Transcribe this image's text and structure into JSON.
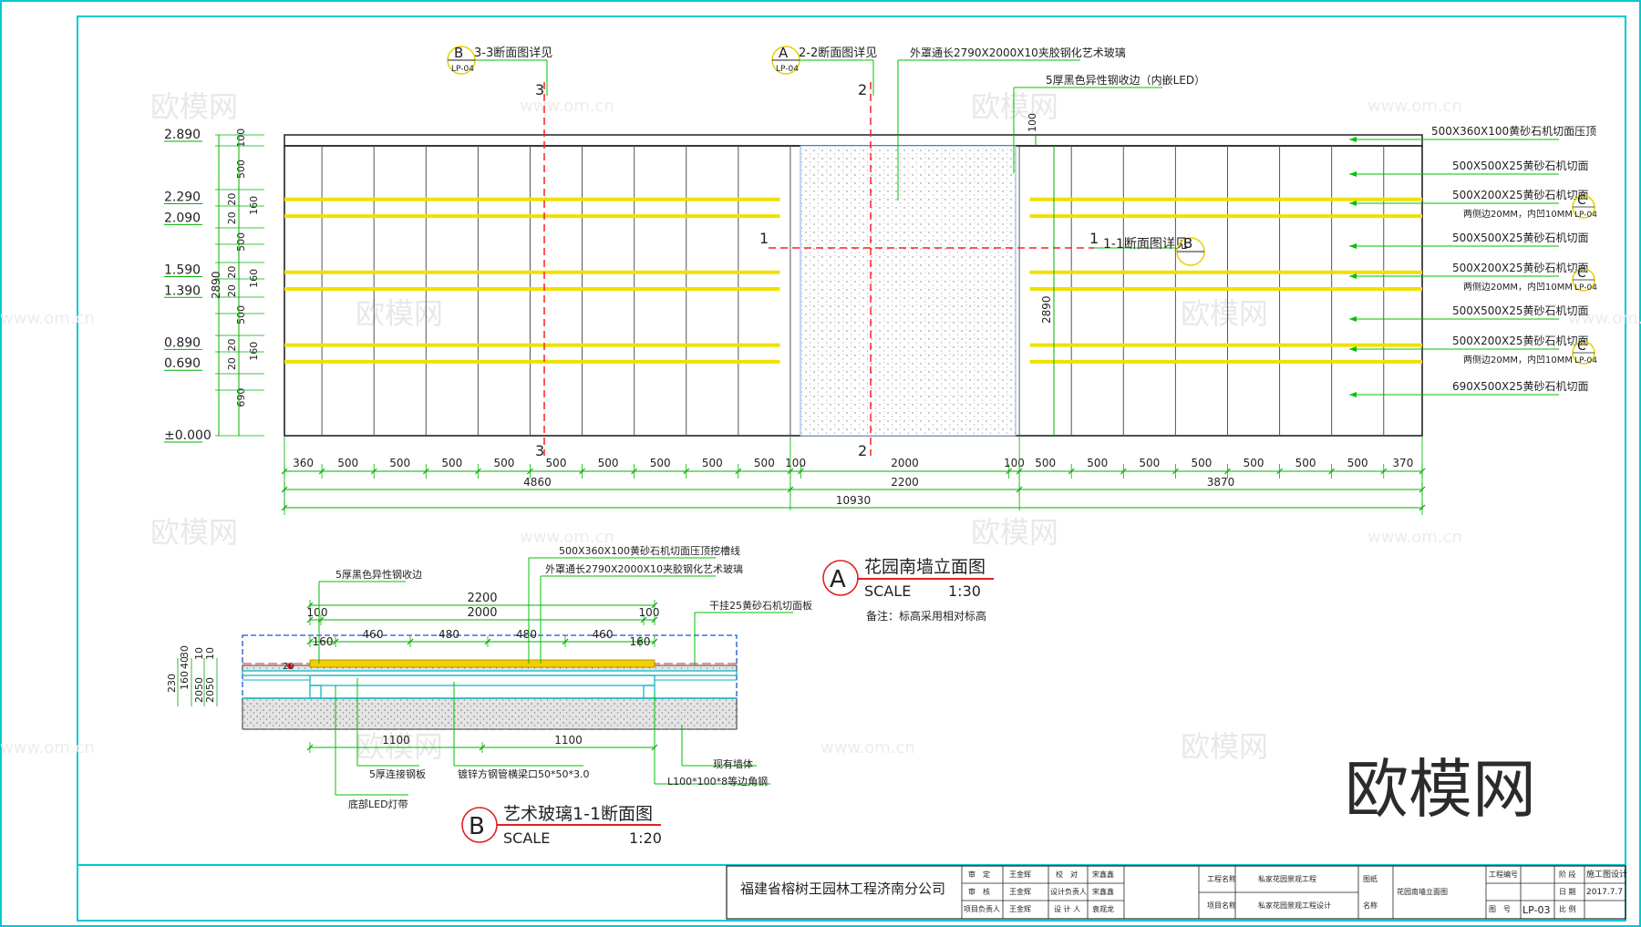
{
  "elevation": {
    "levels": [
      "2.890",
      "2.290",
      "2.090",
      "1.590",
      "1.390",
      "0.890",
      "0.690",
      "±0.000"
    ],
    "left_dims": [
      "100",
      "500",
      "20",
      "20",
      "160",
      "500",
      "20",
      "20",
      "160",
      "500",
      "20",
      "20",
      "160",
      "690"
    ],
    "overall_height": "2890",
    "glass_height_dim": "2890",
    "glass_top_dim": "100",
    "notes_left": [
      {
        "mark": "B",
        "sheet": "LP-04",
        "text": "3-3断面图详见",
        "sec": "3"
      },
      {
        "mark": "A",
        "sheet": "LP-04",
        "text": "2-2断面图详见",
        "sec": "2"
      }
    ],
    "note_glass": "外罩通长2790X2000X10夹胶钢化艺术玻璃",
    "note_edge": "5厚黑色异性钢收边（内嵌LED）",
    "section_1": {
      "num": "1",
      "text": "1-1断面图详见",
      "mark": "B"
    },
    "right_labels": [
      {
        "text": "500X360X100黄砂石机切面压顶"
      },
      {
        "text": "500X500X25黄砂石机切面"
      },
      {
        "text": "500X200X25黄砂石机切面",
        "sub": "两侧边20MM，内凹10MM",
        "mark": "C",
        "sheet": "LP-04"
      },
      {
        "text": "500X500X25黄砂石机切面"
      },
      {
        "text": "500X200X25黄砂石机切面",
        "sub": "两侧边20MM，内凹10MM",
        "mark": "C",
        "sheet": "LP-04"
      },
      {
        "text": "500X500X25黄砂石机切面"
      },
      {
        "text": "500X200X25黄砂石机切面",
        "sub": "两侧边20MM，内凹10MM",
        "mark": "C",
        "sheet": "LP-04"
      },
      {
        "text": "690X500X25黄砂石机切面"
      }
    ],
    "bottom_dims": [
      "360",
      "500",
      "500",
      "500",
      "500",
      "500",
      "500",
      "500",
      "500",
      "500",
      "100",
      "2000",
      "100",
      "500",
      "500",
      "500",
      "500",
      "500",
      "500",
      "500",
      "370"
    ],
    "sub_totals": [
      "4860",
      "2200",
      "3870"
    ],
    "total": "10930",
    "title_mark": "A",
    "title": "花园南墙立面图",
    "scale_label": "SCALE",
    "scale": "1:30",
    "remark": "备注：标高采用相对标高"
  },
  "section": {
    "top_dims": [
      "2200"
    ],
    "mid_dims": [
      "100",
      "2000",
      "100"
    ],
    "small_dims": [
      "160",
      "460",
      "480",
      "480",
      "460",
      "160"
    ],
    "left_dims": [
      "230",
      "160",
      "40",
      "30",
      "10",
      "50",
      "20",
      "10",
      "50",
      "20"
    ],
    "tiny_dim": "20",
    "bottom_dims": [
      "1100",
      "1100"
    ],
    "notes": {
      "edge": "5厚黑色异性钢收边",
      "cap": "500X360X100黄砂石机切面压顶挖槽线",
      "glass": "外罩通长2790X2000X10夹胶钢化艺术玻璃",
      "stone": "干挂25黄砂石机切面板",
      "plate": "5厚连接钢板",
      "led": "底部LED灯带",
      "tube": "镀锌方钢管横梁口50*50*3.0",
      "wall": "现有墙体",
      "angle": "L100*100*8等边角钢"
    },
    "title_mark": "B",
    "title": "艺术玻璃1-1断面图",
    "scale_label": "SCALE",
    "scale": "1:20"
  },
  "titleblock": {
    "company": "福建省榕树王园林工程济南分公司",
    "cells": {
      "shen_ding": "审　定",
      "shen_ding_v": "王金辉",
      "shen_he": "审　核",
      "shen_he_v": "王金辉",
      "xmfzr": "项目负责人",
      "xmfzr_v": "王金辉",
      "jiao_dui": "校　对",
      "jiao_dui_v": "宋鑫鑫",
      "sjfzr": "设计负责人",
      "sjfzr_v": "宋鑫鑫",
      "sjr": "设 计 人",
      "sjr_v": "袁观龙",
      "gcmc": "工程名称",
      "gcmc_v": "私家花园景观工程",
      "xmmc": "项目名称",
      "xmmc_v": "私家花园景观工程设计",
      "tuzhi": "图纸",
      "mingcheng": "名称",
      "tuzhi_v": "花园南墙立面图",
      "gcbh": "工程编号",
      "tuhao": "图　号",
      "tuhao_v": "LP-03",
      "jieduan": "阶 段",
      "jieduan_v": "施工图设计",
      "riqi": "日 期",
      "riqi_v": "2017.7.7",
      "bili": "比 例"
    }
  },
  "watermark": {
    "big": "欧模网",
    "small": "欧模网",
    "url": "www.om.cn"
  },
  "colors": {
    "frame": "#00c8d2",
    "yellow": "#f5e600",
    "green": "#00d000",
    "red": "#ff2020",
    "dim": "#00b000"
  }
}
